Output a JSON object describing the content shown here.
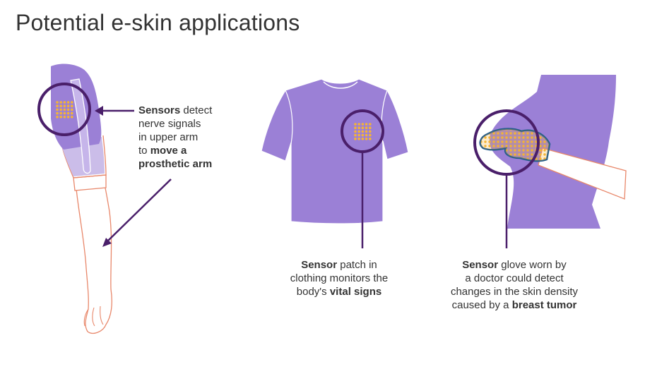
{
  "title": "Potential e-skin applications",
  "colors": {
    "purple": "#9b80d6",
    "purple_light": "#cbbde9",
    "purple_dark": "#4a1f6a",
    "sensor_orange": "#f5b335",
    "glove_blue": "#1e5a8c",
    "skin_outline": "#e8876a"
  },
  "captions": {
    "arm": {
      "line1_bold": "Sensors",
      "line1_rest": " detect",
      "line2": "nerve signals",
      "line3": "in upper arm",
      "line4_pre": "to ",
      "line4_bold": "move a",
      "line5_bold": "prosthetic arm"
    },
    "shirt": {
      "line1_bold": "Sensor",
      "line1_rest": " patch in",
      "line2": "clothing monitors the",
      "line3_pre": "body's ",
      "line3_bold": "vital signs"
    },
    "glove": {
      "line1_bold": "Sensor",
      "line1_rest": " glove worn by",
      "line2": "a doctor could detect",
      "line3": "changes in the skin density",
      "line4_pre": "caused by a ",
      "line4_bold": "breast tumor"
    }
  }
}
